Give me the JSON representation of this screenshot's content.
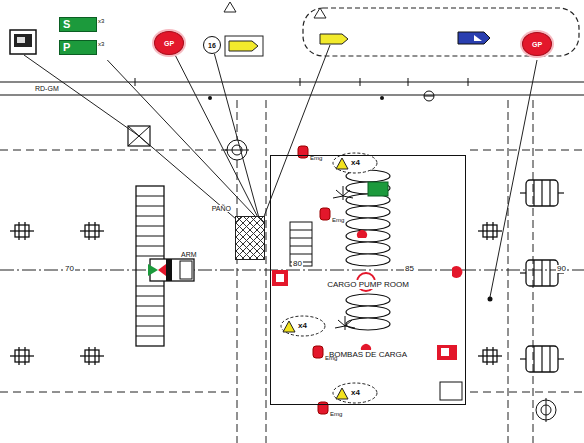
{
  "diagram": {
    "nodes": [
      {
        "text": [
          "S",
          "x3",
          "P",
          "x3"
        ]
      },
      {
        "text": [
          "GP"
        ]
      },
      {
        "text": [
          "16"
        ]
      },
      {
        "text": [
          "GP"
        ]
      },
      {
        "text": [
          "PAÑO"
        ]
      },
      {
        "text": [
          "CARGO PUMP ROOM",
          "BOMBAS DE CARGA"
        ]
      }
    ],
    "edges": [
      {
        "from": 0,
        "to": 4,
        "arrow": "none"
      },
      {
        "from": 1,
        "to": 4,
        "arrow": "none"
      },
      {
        "from": 2,
        "to": 4,
        "arrow": "none"
      }
    ],
    "labels": [
      "RD-GM",
      "70",
      "80",
      "85",
      "90",
      "ARM",
      "x4",
      "x4",
      "x4",
      "Emg",
      "Emg",
      "Emg",
      "Emg"
    ]
  }
}
